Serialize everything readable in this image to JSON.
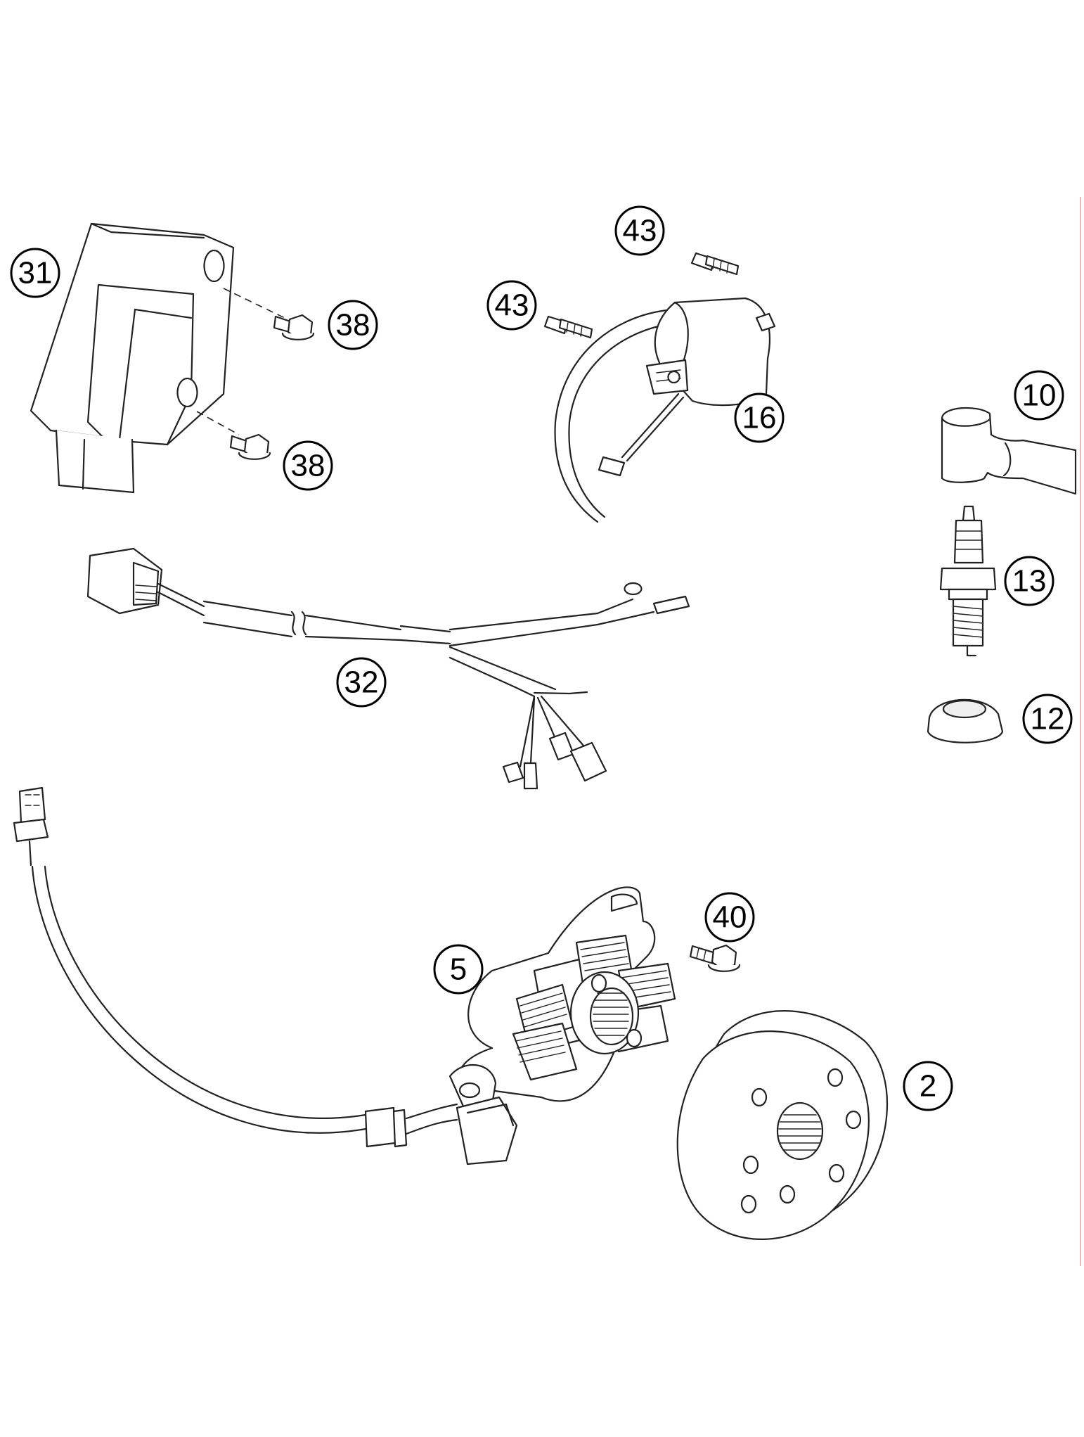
{
  "diagram": {
    "edge_color": "#e8a0a0",
    "ink_color": "#222222",
    "callouts": {
      "c31": "31",
      "c38a": "38",
      "c38b": "38",
      "c43a": "43",
      "c43b": "43",
      "c16": "16",
      "c10": "10",
      "c13": "13",
      "c12": "12",
      "c32": "32",
      "c40": "40",
      "c5": "5",
      "c2": "2"
    }
  }
}
